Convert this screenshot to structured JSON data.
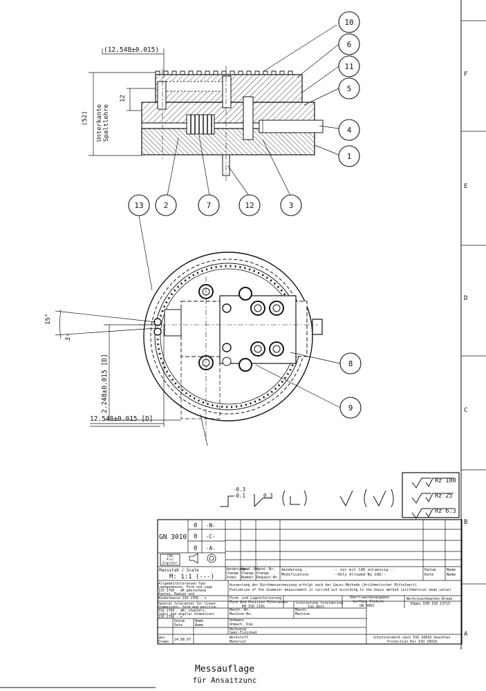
{
  "callouts": {
    "c10": "10",
    "c6": "6",
    "c11": "11",
    "c5": "5",
    "c4": "4",
    "c1": "1",
    "c13": "13",
    "c2": "2",
    "c7": "7",
    "c12": "12",
    "c3": "3",
    "c8": "8",
    "c9": "9"
  },
  "dims": {
    "top_width": "(12.548±0.015)",
    "height_12": "12",
    "height_52": "(52)",
    "unterkante_1": "Unterkante",
    "unterkante_2": "Spaltlehre",
    "angle_15": "15°",
    "angle_5": "5°",
    "vertical": "2.248±0.015 [D]",
    "bottom_width": "12.548±0.015 [D]"
  },
  "zones": {
    "F": "F",
    "E": "E",
    "D": "D",
    "C": "C",
    "B": "B",
    "A": "A"
  },
  "surface": {
    "r1": "Rz 100",
    "r2": "Rz 25",
    "r3": "Rz 6.3",
    "tol_a": "-0.3",
    "tol_b": "-0.1",
    "tol_c": "0.3"
  },
  "titleblock": {
    "norm": "GN 3010",
    "z0a": "0",
    "z0b": "0",
    "z0c": "0",
    "tN": "-N-",
    "tC": "-C-",
    "tA": "-A-",
    "cad_1": "CAD",
    "cad_2": "Pro/",
    "cad_3": "Engineer",
    "scale_label": "Massstab / Scale",
    "scale_value": "M: 1:1 (---)",
    "change_index_1": "Aenderungs-",
    "change_index_2": "Change",
    "change_index_3": "Index",
    "change_number_1": "Aend.-Nr.",
    "change_number_2": "Change",
    "change_number_3": "Number",
    "release_1": "Aend.-Nr.",
    "release_2": "Change",
    "release_3": "Request-Nr.",
    "modif_1": "Aenderung",
    "modif_2": "Modification",
    "cad_only_1": "-- nur mit CAD zulaessig --",
    "cad_only_2": "--Only Allowed By CAD--",
    "date_1": "Datum",
    "date_2": "Date",
    "name_1": "Name",
    "name_2": "Name",
    "gen_tol_1": "Allgemeintoleranzen fuer",
    "gen_tol_2": "Laengenmasse, Form und Lage",
    "gen_tol_3": "ISO 2768 - mH gebrochene",
    "gen_tol_4": "Kanten, Radien und",
    "gen_tol_5": "Winkelmasse ISO 2768 - x",
    "gauss_1": "Auswertung der Durchmessermessung erfolgt nach der Gauss-Methode (Arithmetischer Mittelwert)",
    "gauss_2": "Evaluation of the diameter measurement is carried out according to the Gauss method (arithmetical mean value)",
    "form_1": "Form- und Lagetolerierung",
    "form_2": "Form And Position Tolerances",
    "form_3": "EN ISO 1101",
    "tol_1": "Tolerierung Tolerancing",
    "tol_2": "ISO 8015",
    "surf_1": "Oberflaechenangaben",
    "surf_2": "Surface Texture",
    "surf_3": "GN 6003",
    "edge_1": "Werkstueckkanten Break",
    "edge_2": "Edges DIN ISO 13715",
    "gen_en_1": "General tolerances for linear",
    "gen_en_2": "dimensions, form and position",
    "gen_en_3": "ISO 2768 - mH; chamfers,",
    "gen_en_4": "radii and angular dimensions",
    "gen_en_5": "ISO 2768 - x",
    "masch_1": "Masch.-Nr.",
    "masch_2": "Machine-No.",
    "masch_3": "Masch.",
    "masch_4": "Machine",
    "roh_1": "Rohmass",
    "roh_2": "Unmach. Dim.",
    "datum_1": "Datum",
    "datum_2": "Date",
    "name_3": "Name",
    "name_4": "Name",
    "halb_1": "Halbzeug",
    "halb_2": "Semi-Finished",
    "gez_1": "gez.",
    "gez_2": "Drawn",
    "gez_date": "24.08.07",
    "werk_1": "Werkstoff",
    "werk_2": "Material",
    "schutz_1": "Schutzvermerk nach ISO 16016 beachten",
    "schutz_2": "Protection Per ISO 16016"
  },
  "title": {
    "line1": "Messauflage",
    "line2": "für Ansaitzunc"
  }
}
